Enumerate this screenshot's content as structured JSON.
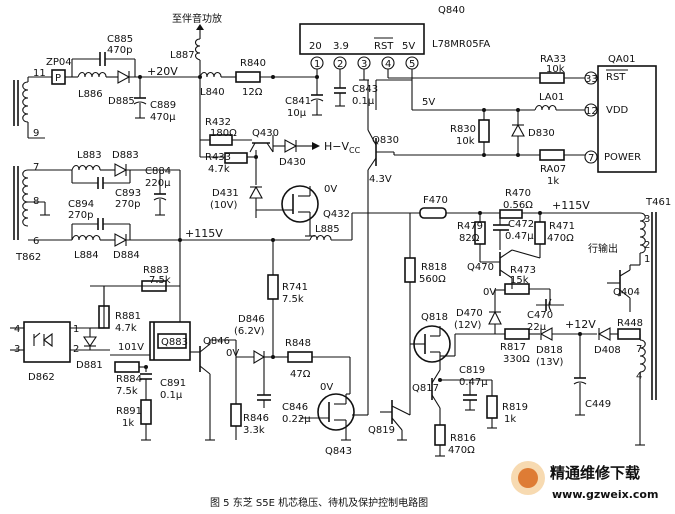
{
  "header": {
    "audio_label": "至伴音功放",
    "regulator": {
      "ref": "Q840",
      "part": "L78MR05FA",
      "pins": [
        "20",
        "3.9",
        "RST",
        "5V"
      ],
      "pin_nums": [
        "1",
        "2",
        "3",
        "4",
        "5"
      ]
    },
    "mcu": {
      "ref": "QA01",
      "pins": [
        "RST",
        "VDD",
        "POWER"
      ],
      "pin_nums": [
        "33",
        "12",
        "7"
      ]
    }
  },
  "labels": {
    "zp04": "ZP04",
    "p": "P",
    "l887": "L887",
    "c885": "C885",
    "c885v": "470p",
    "l886": "L886",
    "d885": "D885",
    "c889": "C889",
    "c889v": "470μ",
    "v20": "+20V",
    "l840": "L840",
    "r840": "R840",
    "r840v": "12Ω",
    "c841": "C841",
    "c841v": "10μ",
    "c843": "C843",
    "c843v": "0.1μ",
    "r432": "R432",
    "r432v": "180Ω",
    "q430": "Q430",
    "r433": "R433",
    "r433v": "4.7k",
    "d430": "D430",
    "hvcc": "H−V",
    "hvcc_sub": "CC",
    "d431": "D431",
    "d431v": "(10V)",
    "q432": "Q432",
    "v0a": "0V",
    "q830": "Q830",
    "v43": "4.3V",
    "v5": "5V",
    "r830": "R830",
    "r830v": "10k",
    "d830": "D830",
    "ra33": "RA33",
    "ra33v": "10k",
    "la01": "LA01",
    "ra07": "RA07",
    "ra07v": "1k",
    "l883": "L883",
    "d883": "D883",
    "c884": "C884",
    "c884v": "220μ",
    "c893": "C893",
    "c893v": "270p",
    "c894": "C894",
    "c894v": "270p",
    "l884": "L884",
    "d884": "D884",
    "t862": "T862",
    "v115": "+115V",
    "l885": "L885",
    "f470": "F470",
    "r470": "R470",
    "r470v": "0.56Ω",
    "v115b": "+115V",
    "t461": "T461",
    "r479": "R479",
    "r479v": "82Ω",
    "c472": "C472",
    "c472v": "0.47μ",
    "r471": "R471",
    "r471v": "470Ω",
    "q470": "Q470",
    "r473": "R473",
    "r473v": "15k",
    "hout": "行输出",
    "q404": "Q404",
    "r818": "R818",
    "r818v": "560Ω",
    "r883": "R883",
    "r883v": "7.5k",
    "r881": "R881",
    "r881v": "4.7k",
    "v101": "101V",
    "q883": "Q883",
    "r884": "R884",
    "r884v": "7.5k",
    "c891": "C891",
    "c891v": "0.1μ",
    "r891": "R891",
    "r891v": "1k",
    "d862": "D862",
    "d881": "D881",
    "r741": "R741",
    "r741v": "7.5k",
    "d846": "D846",
    "d846v": "(6.2V)",
    "q846": "Q846",
    "v0b": "0V",
    "r848": "R848",
    "r848v": "47Ω",
    "r846": "R846",
    "r846v": "3.3k",
    "c846": "C846",
    "c846v": "0.22μ",
    "v0c": "0V",
    "q843": "Q843",
    "q818": "Q818",
    "v0d": "0V",
    "d470": "D470",
    "d470v": "(12V)",
    "c470": "C470",
    "c470v": "22μ",
    "v12": "+12V",
    "r448": "R448",
    "r817": "R817",
    "r817v": "330Ω",
    "d818": "D818",
    "d818v": "(13V)",
    "d408": "D408",
    "q817": "Q817",
    "c819": "C819",
    "c819v": "0.47μ",
    "r819": "R819",
    "r819v": "1k",
    "c449": "C449",
    "q819": "Q819",
    "r816": "R816",
    "r816v": "470Ω",
    "tpin3": "3",
    "tpin2": "2",
    "tpin1": "1",
    "tpin7": "7",
    "tpin4": "4",
    "p11": "11",
    "p9": "9",
    "p7": "7",
    "p8": "8",
    "p6": "6",
    "o1": "1",
    "o2": "2",
    "o3": "3",
    "o4": "4"
  },
  "caption": "图 5  东芝 S5E 机芯稳压、待机及保护控制电路图",
  "watermark": {
    "title": "精通维修下载",
    "url": "www.gzweix.com"
  }
}
